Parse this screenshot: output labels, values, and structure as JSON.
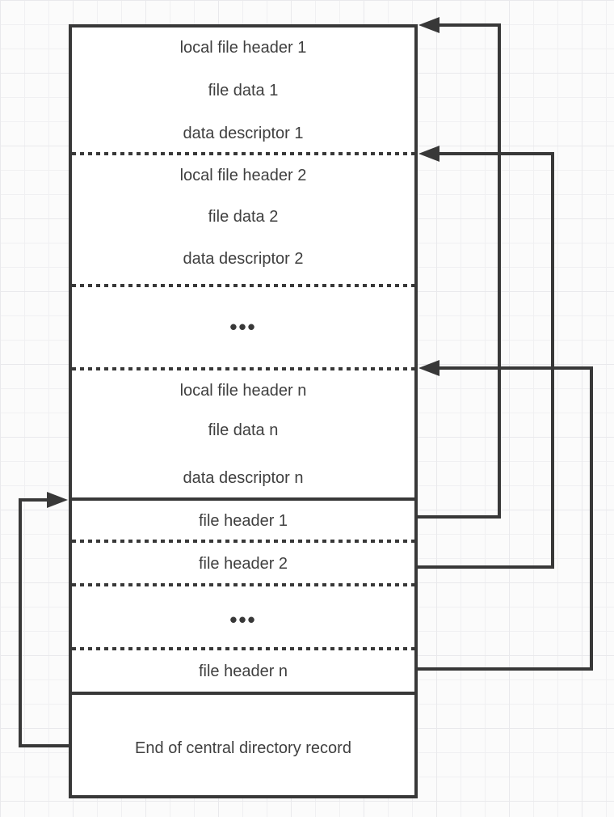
{
  "colors": {
    "line": "#383838",
    "text": "#3f3f3f",
    "background": "#fbfbfb",
    "grid_minor": "#f0f0f2",
    "grid_major": "#e9e9ec"
  },
  "zip_layout": {
    "local_records": [
      {
        "header": "local file header 1",
        "data": "file data 1",
        "descriptor": "data descriptor 1"
      },
      {
        "header": "local file header 2",
        "data": "file data 2",
        "descriptor": "data descriptor 2"
      },
      {
        "header": "local file header n",
        "data": "file data n",
        "descriptor": "data descriptor n"
      }
    ],
    "ellipsis": "•••",
    "central_directory": [
      {
        "label": "file header 1"
      },
      {
        "label": "file header 2"
      },
      {
        "label": "file header n"
      }
    ],
    "end_record": "End of central directory record"
  }
}
